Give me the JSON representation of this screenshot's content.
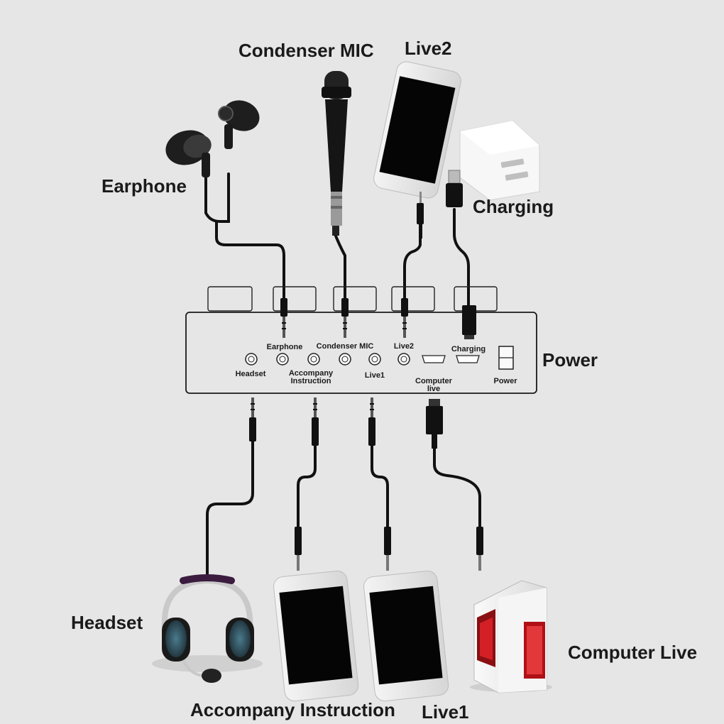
{
  "labels": {
    "condenser_mic": "Condenser MIC",
    "live2": "Live2",
    "earphone": "Earphone",
    "charging": "Charging",
    "power": "Power",
    "headset": "Headset",
    "computer_live": "Computer Live",
    "accompany_instruction": "Accompany Instruction",
    "live1": "Live1"
  },
  "panel": {
    "earphone": "Earphone",
    "condenser_mic": "Condenser MIC",
    "live2": "Live2",
    "charging": "Charging",
    "headset": "Headset",
    "accompany_line1": "Accompany",
    "accompany_line2": "Instruction",
    "live1": "Live1",
    "computer_line1": "Computer",
    "computer_line2": "live",
    "power": "Power"
  },
  "icons": [
    "earphone-icon",
    "microphone-icon",
    "phone-icon",
    "usb-charger-icon",
    "usb-cable-icon",
    "headset-icon",
    "computer-tower-icon",
    "power-switch-icon",
    "audio-jack-icon"
  ]
}
